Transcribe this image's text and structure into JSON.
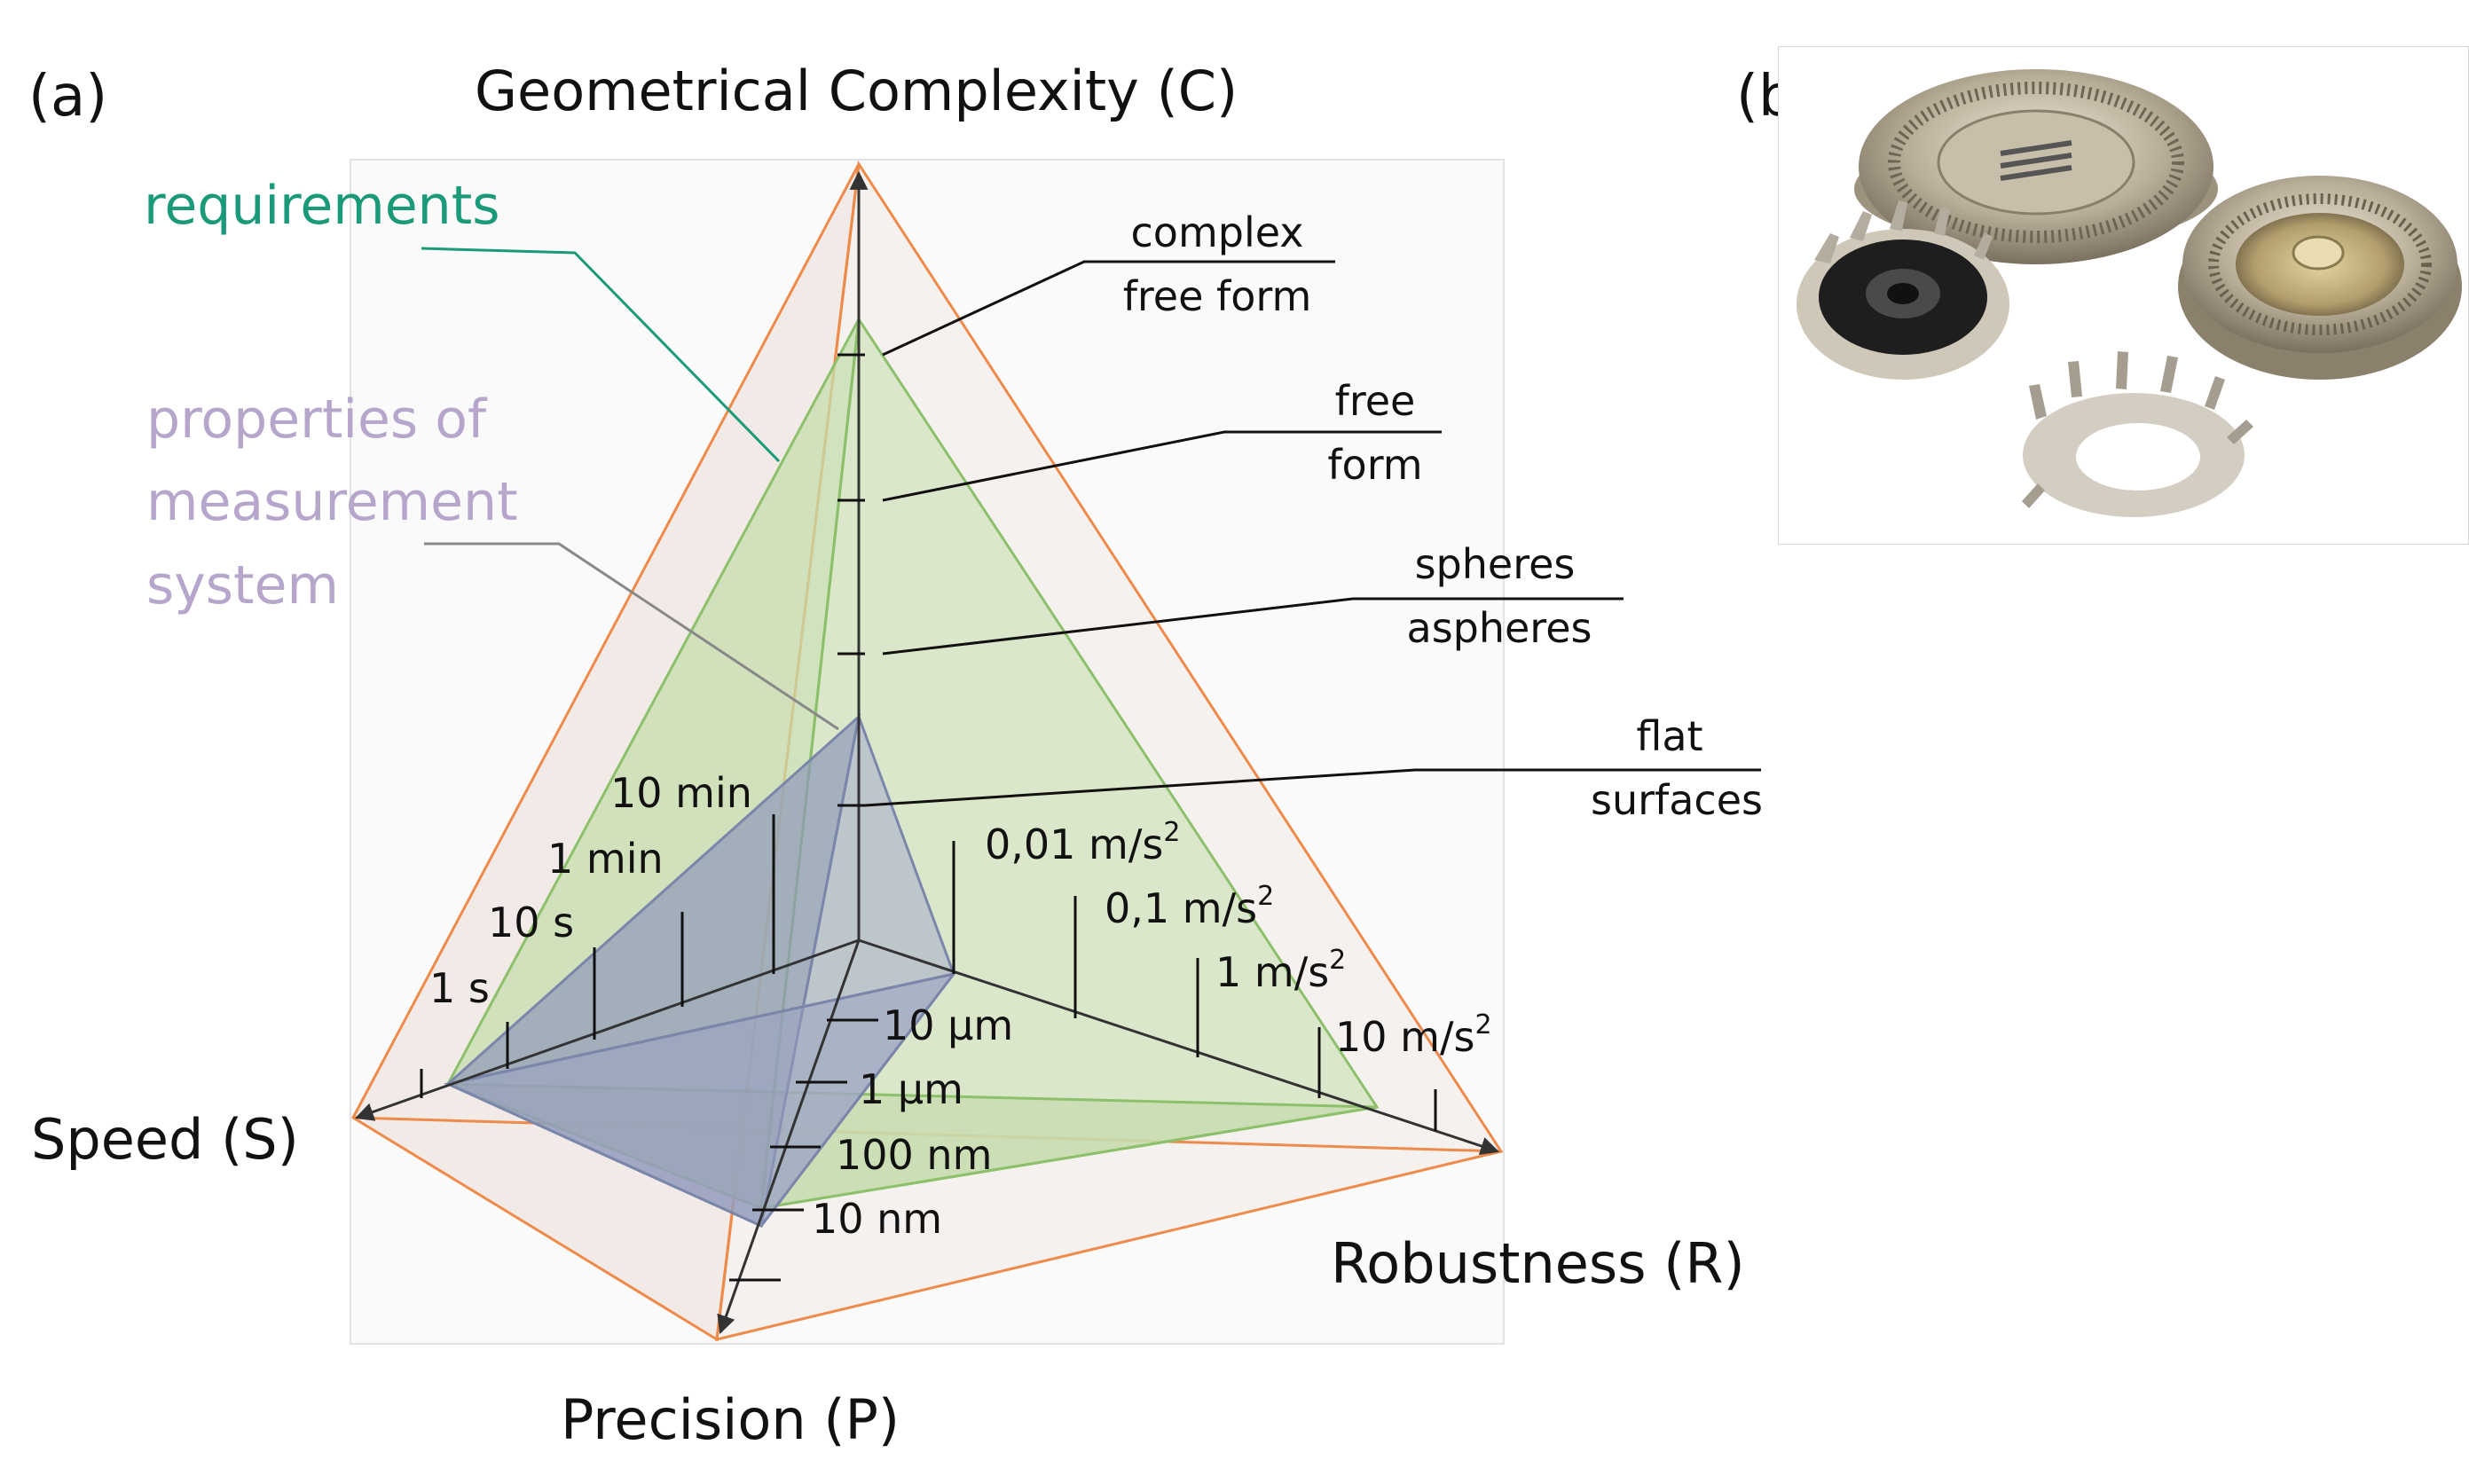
{
  "panel_a": {
    "label": "(a)",
    "axes": {
      "complexity": "Geometrical Complexity (C)",
      "speed": "Speed (S)",
      "robustness": "Robustness (R)",
      "precision": "Precision (P)"
    },
    "complexity_levels": [
      {
        "line1": "complex",
        "line2": "free form"
      },
      {
        "line1": "free",
        "line2": "form"
      },
      {
        "line1": "spheres",
        "line2": "aspheres"
      },
      {
        "line1": "flat",
        "line2": "surfaces"
      }
    ],
    "speed_ticks": [
      "10 min",
      "1 min",
      "10 s",
      "1 s"
    ],
    "robustness_ticks": [
      {
        "base": "0,01 m/s",
        "sup": "2"
      },
      {
        "base": "0,1 m/s",
        "sup": "2"
      },
      {
        "base": "1 m/s",
        "sup": "2"
      },
      {
        "base": "10 m/s",
        "sup": "2"
      }
    ],
    "precision_ticks": [
      "10 µm",
      "1 µm",
      "100 nm",
      "10 nm"
    ],
    "legend": {
      "requirements": "requirements",
      "properties": [
        "properties of",
        "measurement",
        "system"
      ]
    },
    "colors": {
      "requirements": "#1a9a78",
      "properties": "#b6a6cc",
      "outer_edge": "#ee8a4a",
      "requirements_fill": "#b9d79a",
      "properties_fill": "#8b95b8"
    }
  },
  "panel_b": {
    "label": "(b)",
    "photo_subject": "disassembled-shaver-head-parts"
  }
}
